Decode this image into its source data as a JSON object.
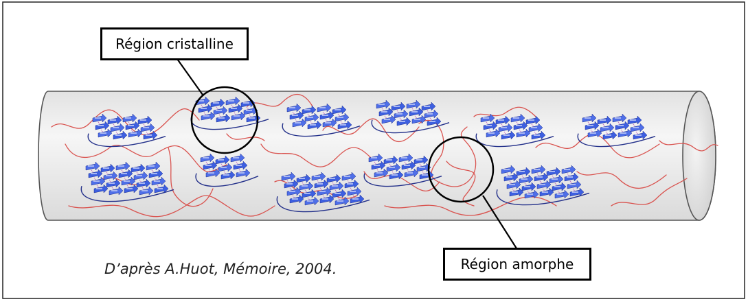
{
  "labels": {
    "crystalline_region": "Région cristalline",
    "amorphous_region": "Région amorphe"
  },
  "citation": "D’après A.Huot, Mémoire, 2004.",
  "colors": {
    "fiber_fill": "#ececec",
    "fiber_stroke": "#555555",
    "chain": "#d9534f",
    "sheet_blue": "#3d5fe0",
    "sheet_light": "#a9b7f2",
    "hbond": "#c266c2"
  }
}
